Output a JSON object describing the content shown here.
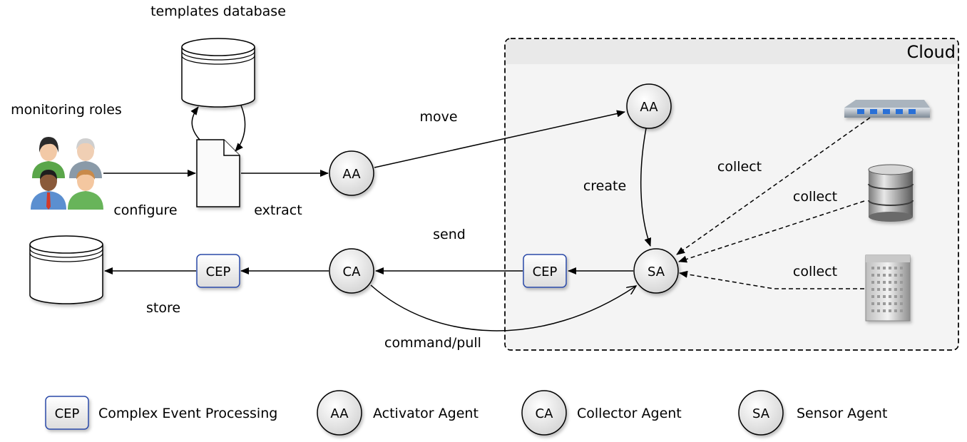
{
  "labels": {
    "templates_db": "templates database",
    "monitoring_roles": "monitoring roles",
    "configure": "configure",
    "extract": "extract",
    "move": "move",
    "create": "create",
    "collect_1": "collect",
    "collect_2": "collect",
    "collect_3": "collect",
    "send": "send",
    "store": "store",
    "command_pull": "command/pull",
    "cloud": "Cloud"
  },
  "nodes": {
    "aa_inner": "AA",
    "aa_cloud": "AA",
    "ca": "CA",
    "sa": "SA",
    "cep_left": "CEP",
    "cep_cloud": "CEP"
  },
  "legend": [
    {
      "abbr": "CEP",
      "text": "Complex Event Processing"
    },
    {
      "abbr": "AA",
      "text": "Activator Agent"
    },
    {
      "abbr": "CA",
      "text": "Collector Agent"
    },
    {
      "abbr": "SA",
      "text": "Sensor Agent"
    }
  ]
}
